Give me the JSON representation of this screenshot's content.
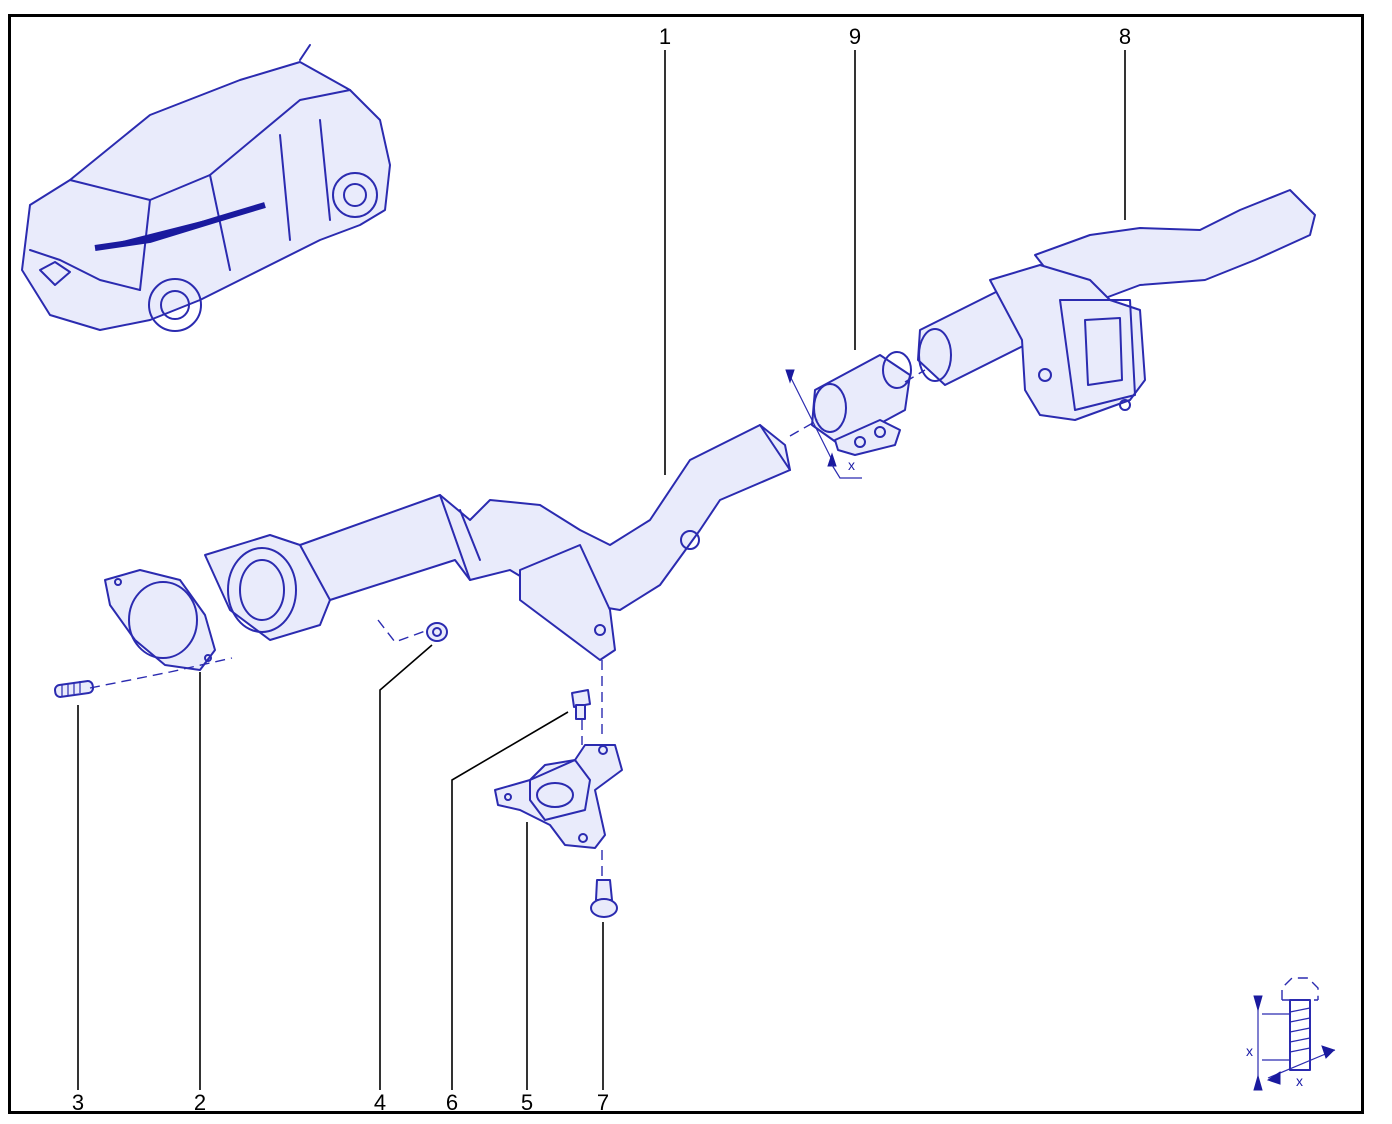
{
  "callouts": {
    "c1": "1",
    "c2": "2",
    "c3": "3",
    "c4": "4",
    "c5": "5",
    "c6": "6",
    "c7": "7",
    "c8": "8",
    "c9": "9"
  },
  "dimension_labels": {
    "clamp_dim": "x",
    "bolt_dim_height": "x",
    "bolt_dim_width": "x"
  },
  "colors": {
    "line": "#2b2bb0",
    "frame": "#000000",
    "background": "#ffffff"
  }
}
